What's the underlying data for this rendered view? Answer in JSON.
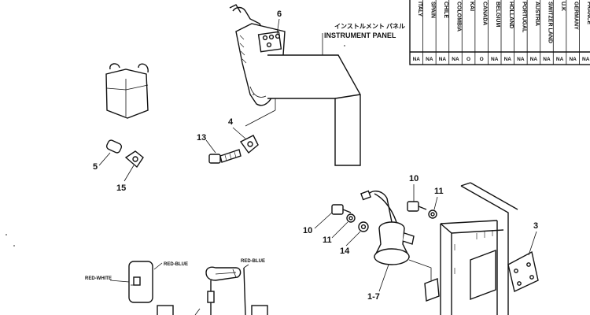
{
  "panel": {
    "japanese_label": "インストルメント パネル",
    "english_label": "INSTRUMENT PANEL"
  },
  "country_table": {
    "countries": [
      "ITALY",
      "SPAIN",
      "CHILE",
      "COLOMBIA",
      "KAI",
      "CANADA",
      "BELGIUM",
      "HOLLAND",
      "PORTUGAL",
      "AUSTRIA",
      "SWITZER LAND",
      "U.K",
      "GERMANY",
      "FRANCE"
    ],
    "availability": [
      "NA",
      "NA",
      "NA",
      "NA",
      "O",
      "O",
      "NA",
      "NA",
      "NA",
      "NA",
      "NA",
      "NA",
      "NA",
      "NA"
    ]
  },
  "callouts": {
    "c6": "6",
    "c4": "4",
    "c13": "13",
    "c5": "5",
    "c15": "15",
    "c10a": "10",
    "c11a": "11",
    "c10b": "10",
    "c11b": "11",
    "c14": "14",
    "c3": "3",
    "c17": "1-7"
  },
  "wiring": {
    "red_white": "RED-WHITE",
    "red_blue_1": "RED-BLUE",
    "red_blue_2": "RED-BLUE"
  }
}
